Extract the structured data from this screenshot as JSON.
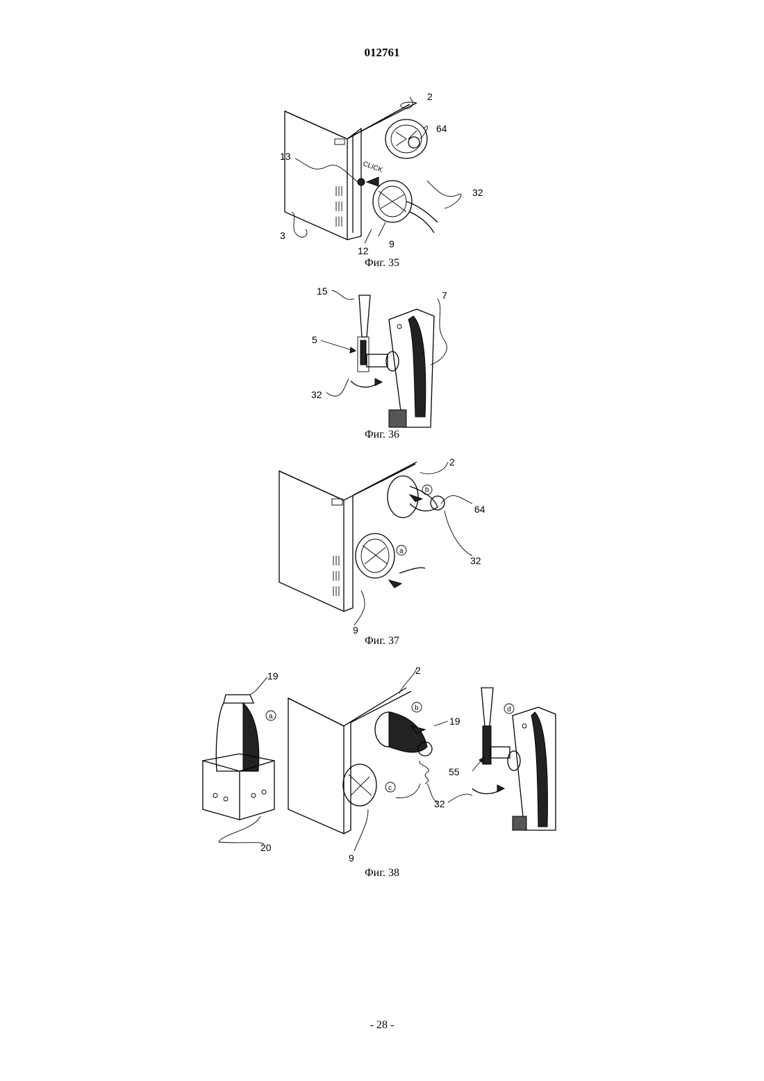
{
  "document": {
    "patent_number": "012761",
    "page_number": "- 28 -"
  },
  "figures": [
    {
      "caption": "Фиг. 35",
      "labels": [
        "2",
        "64",
        "13",
        "32",
        "3",
        "12",
        "9"
      ],
      "stamp_text": "CLICK"
    },
    {
      "caption": "Фиг. 36",
      "labels": [
        "15",
        "7",
        "5",
        "32"
      ]
    },
    {
      "caption": "Фиг. 37",
      "labels": [
        "2",
        "64",
        "32",
        "9"
      ],
      "step_marks": [
        "b",
        "a"
      ]
    },
    {
      "caption": "Фиг. 38",
      "labels": [
        "19",
        "2",
        "19",
        "55",
        "32",
        "20",
        "9"
      ],
      "step_marks": [
        "a",
        "b",
        "c",
        "d"
      ]
    }
  ]
}
